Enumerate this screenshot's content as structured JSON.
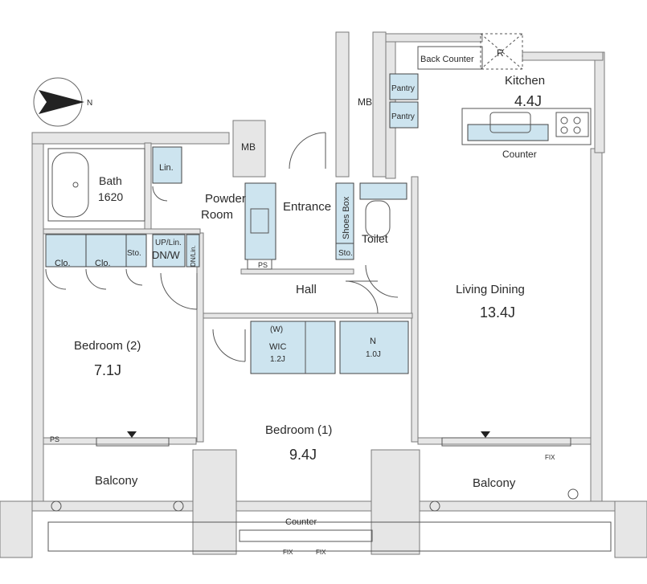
{
  "compass": {
    "label": "N"
  },
  "rooms": {
    "kitchen": {
      "name": "Kitchen",
      "size": "4.4J"
    },
    "back_counter": "Back Counter",
    "refrigerator": "R",
    "pantry_1": "Pantry",
    "pantry_2": "Pantry",
    "counter_kitchen": "Counter",
    "mb_top": "MB",
    "mb_mid": "MB",
    "bath": {
      "name": "Bath",
      "size": "1620"
    },
    "lin": "Lin.",
    "powder_room": {
      "line1": "Powder",
      "line2": "Room"
    },
    "entrance": "Entrance",
    "shoes_box": "Shoes Box",
    "sto_entrance": "Sto.",
    "toilet": "Toilet",
    "ps_center": "PS",
    "clo_1": "Clo.",
    "clo_2": "Clo.",
    "sto_bed2": "Sto.",
    "updn": {
      "line1": "UP/Lin.",
      "line2": "DN/W",
      "vertical": "DN/Lin."
    },
    "hall": "Hall",
    "living_dining": {
      "name": "Living Dining",
      "size": "13.4J"
    },
    "bedroom_2": {
      "name": "Bedroom (2)",
      "size": "7.1J"
    },
    "wic": {
      "line1": "(W)",
      "line2": "WIC",
      "size": "1.2J"
    },
    "n_closet": {
      "name": "N",
      "size": "1.0J"
    },
    "bedroom_1": {
      "name": "Bedroom (1)",
      "size": "9.4J"
    },
    "ps_left": "PS",
    "balcony_left": "Balcony",
    "balcony_right": "Balcony",
    "counter_bottom": "Counter",
    "fix_right": "FIX",
    "fix_bottom_1": "FIX",
    "fix_bottom_2": "FIX"
  }
}
